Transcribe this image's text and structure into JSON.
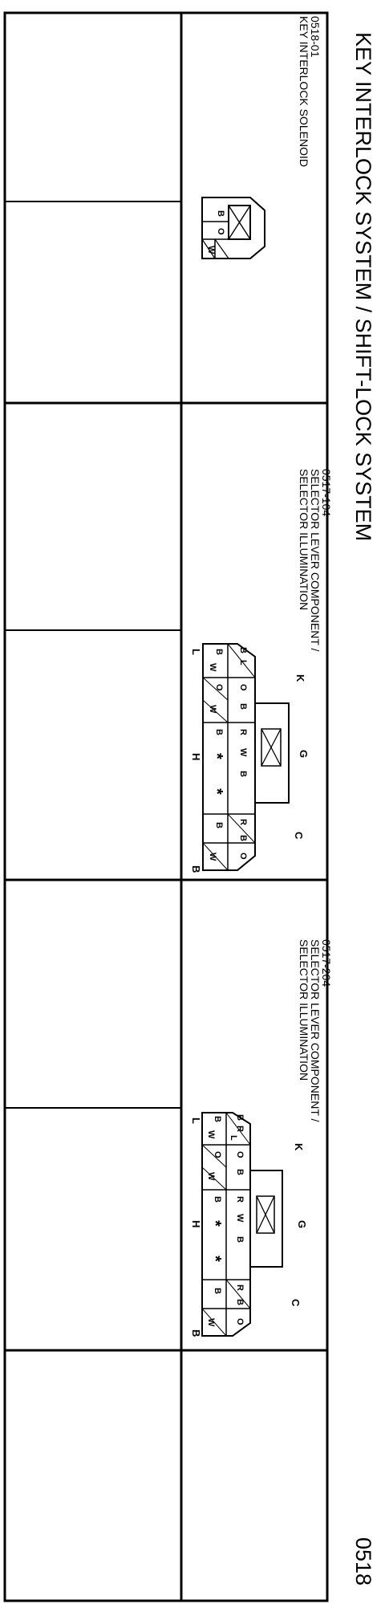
{
  "page": {
    "title": "KEY INTERLOCK SYSTEM / SHIFT-LOCK SYSTEM",
    "page_number": "0518"
  },
  "connectors": [
    {
      "code": "0518-01",
      "name_lines": [
        "KEY INTERLOCK SOLENOID"
      ],
      "pins": [
        "B",
        "O",
        "W"
      ]
    },
    {
      "code": "0517-104",
      "name_lines": [
        "SELECTOR LEVER COMPONENT /",
        "SELECTOR ILLUMINATION"
      ],
      "pin_labels": {
        "k": "K",
        "g": "G",
        "c": "C",
        "l": "L",
        "h": "H",
        "b": "B"
      },
      "top_row": [
        "B",
        "L",
        "O",
        "B",
        "R",
        "W",
        "B",
        "R",
        "B",
        "O"
      ],
      "bottom_row": [
        "B",
        "W",
        "O",
        "W",
        "B",
        "*",
        "*",
        "B",
        "W"
      ]
    },
    {
      "code": "0517-204",
      "name_lines": [
        "SELECTOR LEVER COMPONENT /",
        "SELECTOR ILLUMINATION"
      ],
      "pin_labels": {
        "k": "K",
        "g": "G",
        "c": "C",
        "l": "L",
        "h": "H",
        "b": "B"
      },
      "top_row": [
        "B",
        "R",
        "L",
        "O",
        "B",
        "R",
        "W",
        "B",
        "R",
        "B",
        "O"
      ],
      "bottom_row": [
        "B",
        "W",
        "O",
        "W",
        "B",
        "*",
        "*",
        "B",
        "W"
      ]
    }
  ]
}
